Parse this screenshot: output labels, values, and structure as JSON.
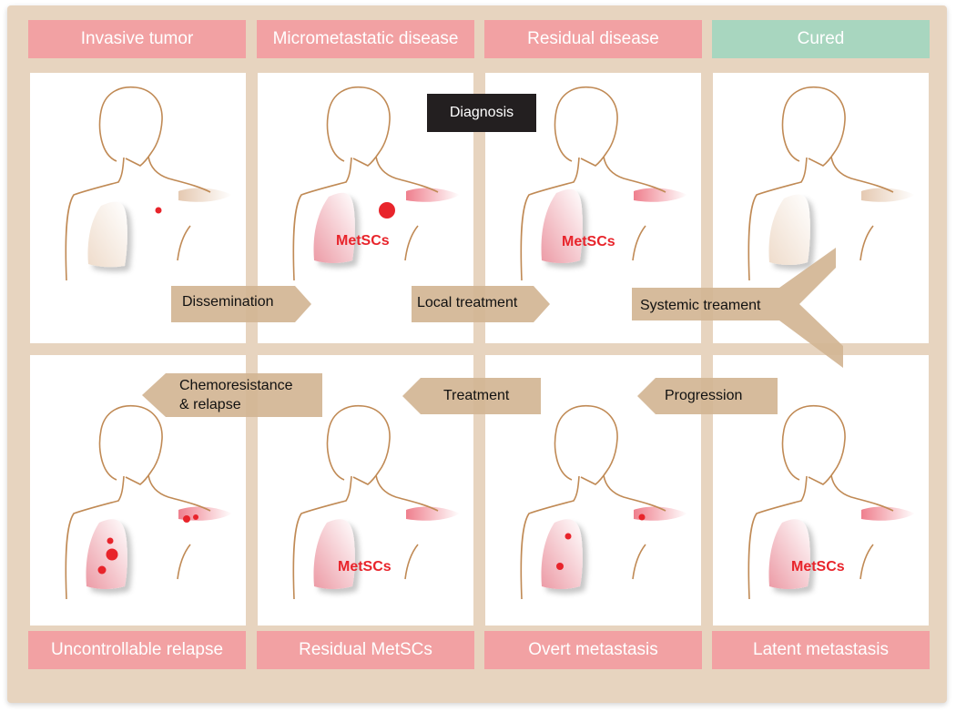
{
  "top_labels": [
    "Invasive tumor",
    "Micrometastatic disease",
    "Residual disease",
    "Cured"
  ],
  "bottom_labels": [
    "Uncontrollable relapse",
    "Residual MetSCs",
    "Overt metastasis",
    "Latent metastasis"
  ],
  "diagnosis": "Diagnosis",
  "cell_label": "MetSCs",
  "arrows": {
    "dissemination": "Dissemination",
    "local_treatment": "Local treatment",
    "systemic_treatment": "Systemic treament",
    "progression": "Progression",
    "treatment": "Treatment",
    "chemoresistance_line1": "Chemoresistance",
    "chemoresistance_line2": "& relapse"
  },
  "colors": {
    "frame": "#e7d4bf",
    "label_pink": "#f2a1a3",
    "label_green": "#a8d6bf",
    "arrow": "#d2b594",
    "body_outline": "#c08a55",
    "tumor_red": "#e8242b"
  }
}
